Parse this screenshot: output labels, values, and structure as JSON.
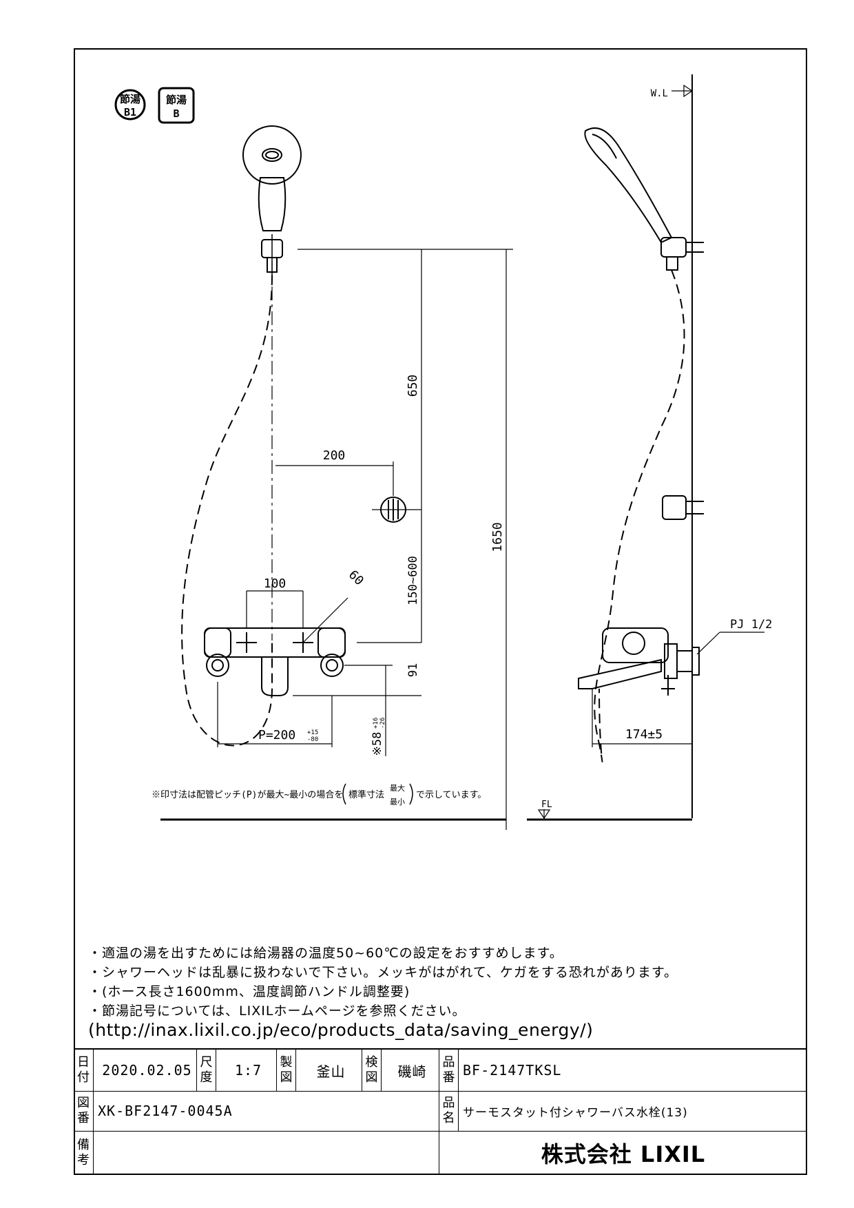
{
  "badges": {
    "badge1_line1": "節湯",
    "badge1_line2": "B1",
    "badge2_line1": "節湯",
    "badge2_line2": "B"
  },
  "drawing": {
    "dim_650": "650",
    "dim_200": "200",
    "dim_1650": "1650",
    "dim_100": "100",
    "dim_60": "60",
    "dim_150_600": "150~600",
    "dim_91": "91",
    "dim_p": "P=200",
    "dim_p_tol_upper": "+15",
    "dim_p_tol_lower": "-80",
    "dim_58": "※58",
    "dim_58_tol_upper": "+16",
    "dim_58_tol_lower": "-26",
    "dim_174": "174±5",
    "label_w": "W.L",
    "label_fl": "FL",
    "label_pj": "PJ 1/2",
    "footnote_pre": "※印寸法は配管ピッチ(P)が最大~最小の場合を",
    "footnote_std": "標準寸法",
    "footnote_max": "最大",
    "footnote_min": "最小",
    "footnote_post": "で示しています。"
  },
  "notes": {
    "line1": "・適温の湯を出すためには給湯器の温度50~60℃の設定をおすすめします。",
    "line2": "・シャワーヘッドは乱暴に扱わないで下さい。メッキがはがれて、ケガをする恐れがあります。",
    "line3": "・(ホース長さ1600mm、温度調節ハンドル調整要)",
    "line4": "・節湯記号については、LIXILホームページを参照ください。",
    "line5": "(http://inax.lixil.co.jp/eco/products_data/saving_energy/)"
  },
  "title_block": {
    "date_label_1": "日",
    "date_label_2": "付",
    "date": "2020.02.05",
    "scale_label_1": "尺",
    "scale_label_2": "度",
    "scale": "1:7",
    "drawn_label_1": "製",
    "drawn_label_2": "図",
    "drawn_by": "釜山",
    "checked_label_1": "検",
    "checked_label_2": "図",
    "checked_by": "磯崎",
    "part_no_label_1": "品",
    "part_no_label_2": "番",
    "part_no": "BF-2147TKSL",
    "drawing_no_label_1": "図",
    "drawing_no_label_2": "番",
    "drawing_no": "XK-BF2147-0045A",
    "product_name_label_1": "品",
    "product_name_label_2": "名",
    "product_name": "サーモスタット付シャワーバス水栓(13)",
    "remarks_label_1": "備",
    "remarks_label_2": "考",
    "company": "株式会社 LIXIL"
  }
}
